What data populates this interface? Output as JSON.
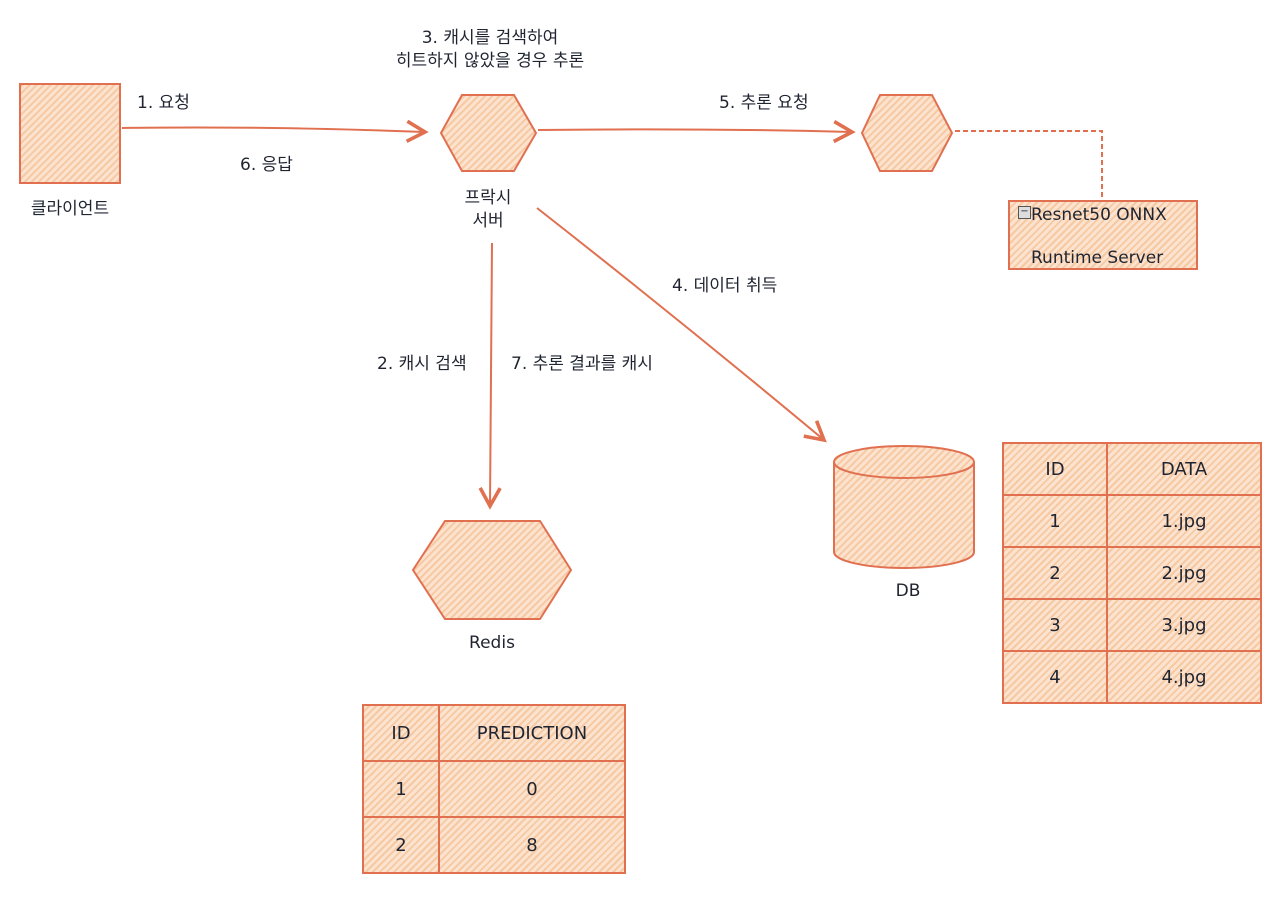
{
  "nodes": {
    "client": "클라이언트",
    "proxy_line1": "프락시",
    "proxy_line2": "서버",
    "redis": "Redis",
    "db": "DB",
    "runtime_line1": "Resnet50 ONNX",
    "runtime_line2": "Runtime Server"
  },
  "edges": {
    "request": "1. 요청",
    "response": "6. 응답",
    "cache_lookup_line1": "3. 캐시를 검색하여",
    "cache_lookup_line2": "히트하지 않았을 경우 추론",
    "infer_request": "5. 추론 요청",
    "fetch_data": "4. 데이터 취득",
    "cache_search": "2. 캐시 검색",
    "cache_result": "7. 추론 결과를 캐시"
  },
  "redis_table": {
    "headers": [
      "ID",
      "PREDICTION"
    ],
    "rows": [
      [
        "1",
        "0"
      ],
      [
        "2",
        "8"
      ]
    ]
  },
  "db_table": {
    "headers": [
      "ID",
      "DATA"
    ],
    "rows": [
      [
        "1",
        "1.jpg"
      ],
      [
        "2",
        "2.jpg"
      ],
      [
        "3",
        "3.jpg"
      ],
      [
        "4",
        "4.jpg"
      ]
    ]
  },
  "colors": {
    "stroke": "#e07050",
    "fill_light": "#fbe3cf",
    "fill_hatch": "#f6c9a3",
    "text": "#1f2430"
  }
}
